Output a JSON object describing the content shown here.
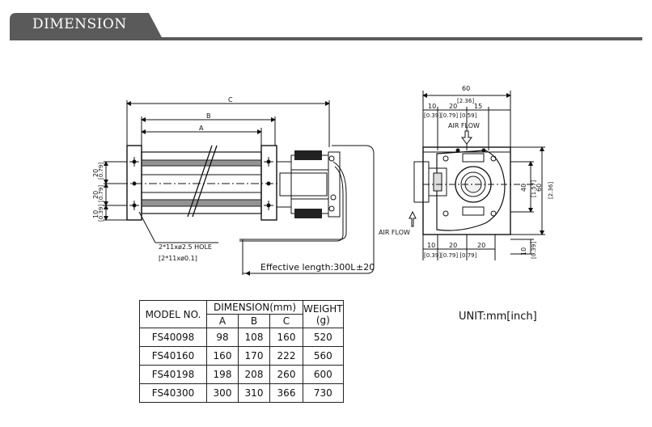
{
  "header": {
    "title": "DIMENSION"
  },
  "drawing": {
    "dim_a": "A",
    "dim_b": "B",
    "dim_c": "C",
    "left_20": "20",
    "left_20_inch": "[0.79]",
    "left_20b": "20",
    "left_20b_inch": "[0.79]",
    "left_10": "10",
    "left_10_inch": "[0.39]",
    "hole_note": "2*11xø2.5 HOLE",
    "hole_note_inch": "[2*11xø0.1]",
    "effective_length": "Effective length:300L",
    "effective_tol": "±20",
    "top_60": "60",
    "top_60_inch": "[2.36]",
    "top_10": "10",
    "top_20": "20",
    "top_15": "15",
    "top_inch_row": "[0.39][0.79] [0.59]",
    "air_flow_top": "AIR FLOW",
    "air_flow_side": "AIR FLOW",
    "right_40": "40",
    "right_40_inch": "[1.57]",
    "right_60": "60",
    "right_60_inch": "[2.36]",
    "bottom_10": "10",
    "bottom_20a": "20",
    "bottom_20b": "20",
    "bottom_inch_row": "[0.39][0.79] [0.79]",
    "bottom_right_10": "10",
    "bottom_right_10_inch": "[0.39]"
  },
  "table": {
    "header_model": "MODEL NO.",
    "header_dimension": "DIMENSION(mm)",
    "header_weight": "WEIGHT",
    "header_weight_unit": "(g)",
    "col_a": "A",
    "col_b": "B",
    "col_c": "C",
    "rows": [
      {
        "model": "FS40098",
        "a": "98",
        "b": "108",
        "c": "160",
        "weight": "520"
      },
      {
        "model": "FS40160",
        "a": "160",
        "b": "170",
        "c": "222",
        "weight": "560"
      },
      {
        "model": "FS40198",
        "a": "198",
        "b": "208",
        "c": "260",
        "weight": "600"
      },
      {
        "model": "FS40300",
        "a": "300",
        "b": "310",
        "c": "366",
        "weight": "730"
      }
    ]
  },
  "unit_note": "UNIT:mm[inch]"
}
